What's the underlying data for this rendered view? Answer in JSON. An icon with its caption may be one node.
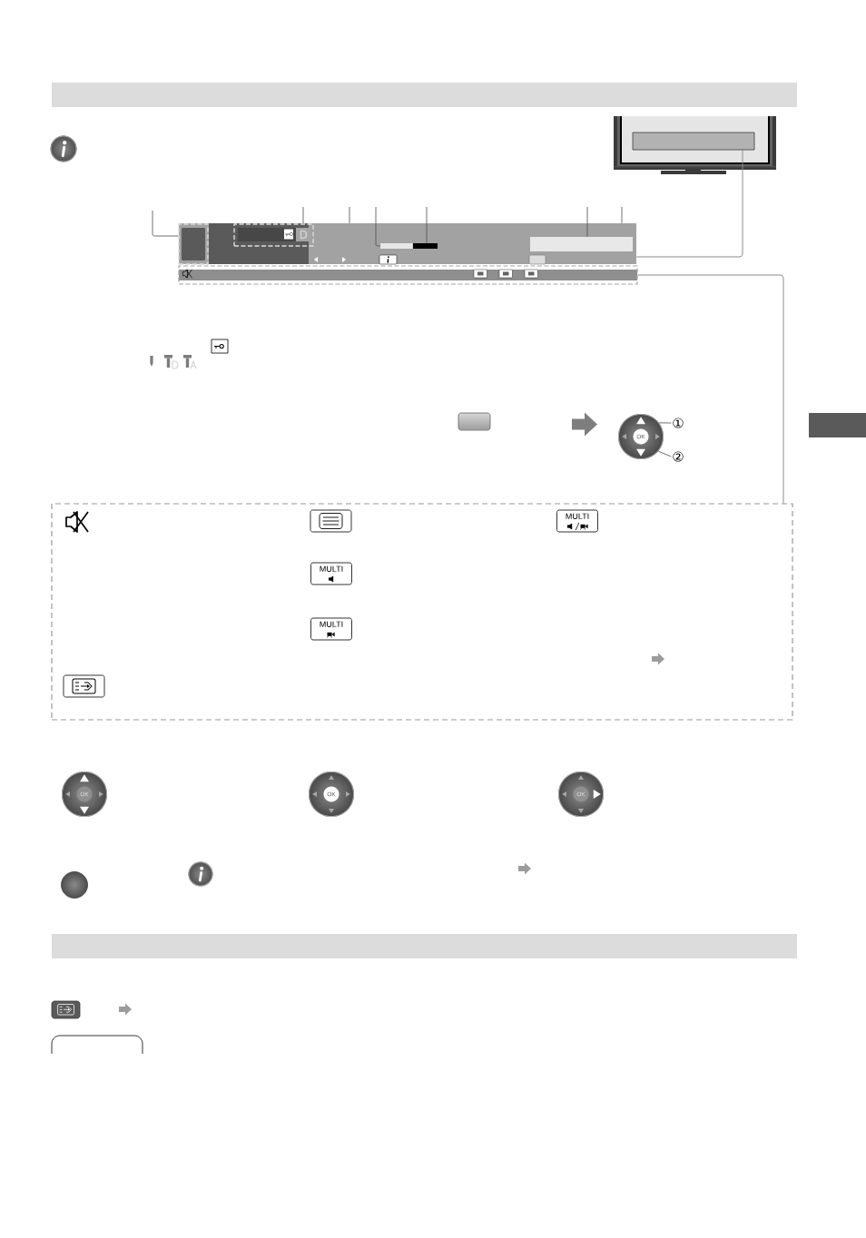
{
  "diagram": {
    "nodes": [
      {
        "text": [],
        "shape": "picture"
      },
      {
        "text": [],
        "shape": "box",
        "in": 0
      },
      {
        "text": [],
        "shape": "box"
      },
      {
        "text": [],
        "shape": "box",
        "in": 2
      },
      {
        "text": [],
        "shape": "box",
        "in": 2
      },
      {
        "text": [],
        "shape": "bar",
        "in": 2
      },
      {
        "text": [],
        "shape": "box",
        "in": 2
      },
      {
        "text": [],
        "shape": "bar"
      },
      {
        "text": [
          "OK"
        ]
      },
      {
        "text": [
          "①"
        ]
      },
      {
        "text": [
          "②"
        ]
      },
      {
        "text": [],
        "shape": "box"
      },
      {
        "text": [
          "OK"
        ]
      },
      {
        "text": [
          "OK"
        ]
      },
      {
        "text": [
          "OK"
        ]
      }
    ],
    "edges": [
      {
        "from": 1,
        "to": 2,
        "arrow": "none",
        "color": "#8c8c8c"
      },
      {
        "from": 7,
        "to": 11,
        "arrow": "none",
        "color": "#8c8c8c"
      },
      {
        "from": null,
        "to": 3,
        "arrow": "none"
      },
      {
        "from": null,
        "to": 4,
        "arrow": "none"
      },
      {
        "from": null,
        "to": 2,
        "arrow": "none"
      },
      {
        "from": null,
        "to": 5,
        "arrow": "none"
      },
      {
        "from": null,
        "to": 5,
        "arrow": "none"
      },
      {
        "from": null,
        "to": 6,
        "arrow": "none"
      },
      {
        "from": null,
        "to": 2,
        "arrow": "none"
      },
      {
        "from": 9,
        "to": 8,
        "arrow": "none"
      },
      {
        "from": 10,
        "to": 8,
        "arrow": "none"
      }
    ],
    "labels": [
      "MULTI",
      "MULTI",
      "MULTI"
    ]
  }
}
